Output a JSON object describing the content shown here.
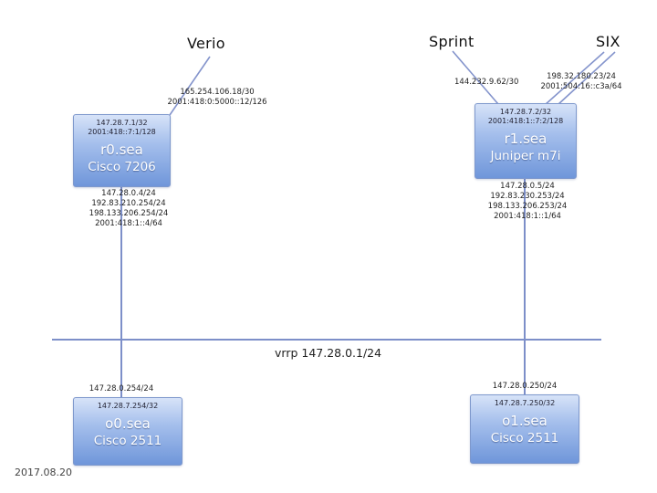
{
  "date": "2017.08.20",
  "providers": {
    "verio": {
      "label": "Verio"
    },
    "sprint": {
      "label": "Sprint",
      "link_addr": "144.232.9.62/30"
    },
    "six": {
      "label": "SIX",
      "link_addr_v4": "198.32.180.23/24",
      "link_addr_v6": "2001:504:16::c3a/64"
    }
  },
  "routers": {
    "r0": {
      "name": "r0.sea",
      "model": "Cisco 7206",
      "uplink_v4": "165.254.106.18/30",
      "uplink_v6": "2001:418:0:5000::12/126",
      "loopback_v4": "147.28.7.1/32",
      "loopback_v6": "2001:418::7:1/128",
      "lan_1": "147.28.0.4/24",
      "lan_2": "192.83.210.254/24",
      "lan_3": "198.133.206.254/24",
      "lan_4": "2001:418:1::4/64"
    },
    "r1": {
      "name": "r1.sea",
      "model": "Juniper m7i",
      "loopback_v4": "147.28.7.2/32",
      "loopback_v6": "2001:418:1::7:2/128",
      "lan_1": "147.28.0.5/24",
      "lan_2": "192.83.230.253/24",
      "lan_3": "198.133.206.253/24",
      "lan_4": "2001:418:1::1/64"
    }
  },
  "lan": {
    "vrrp_label": "vrrp 147.28.0.1/24"
  },
  "consoles": {
    "o0": {
      "name": "o0.sea",
      "model": "Cisco 2511",
      "lan_addr": "147.28.0.254/24",
      "loopback": "147.28.7.254/32"
    },
    "o1": {
      "name": "o1.sea",
      "model": "Cisco 2511",
      "lan_addr": "147.28.0.250/24",
      "loopback": "147.28.7.250/32"
    }
  }
}
